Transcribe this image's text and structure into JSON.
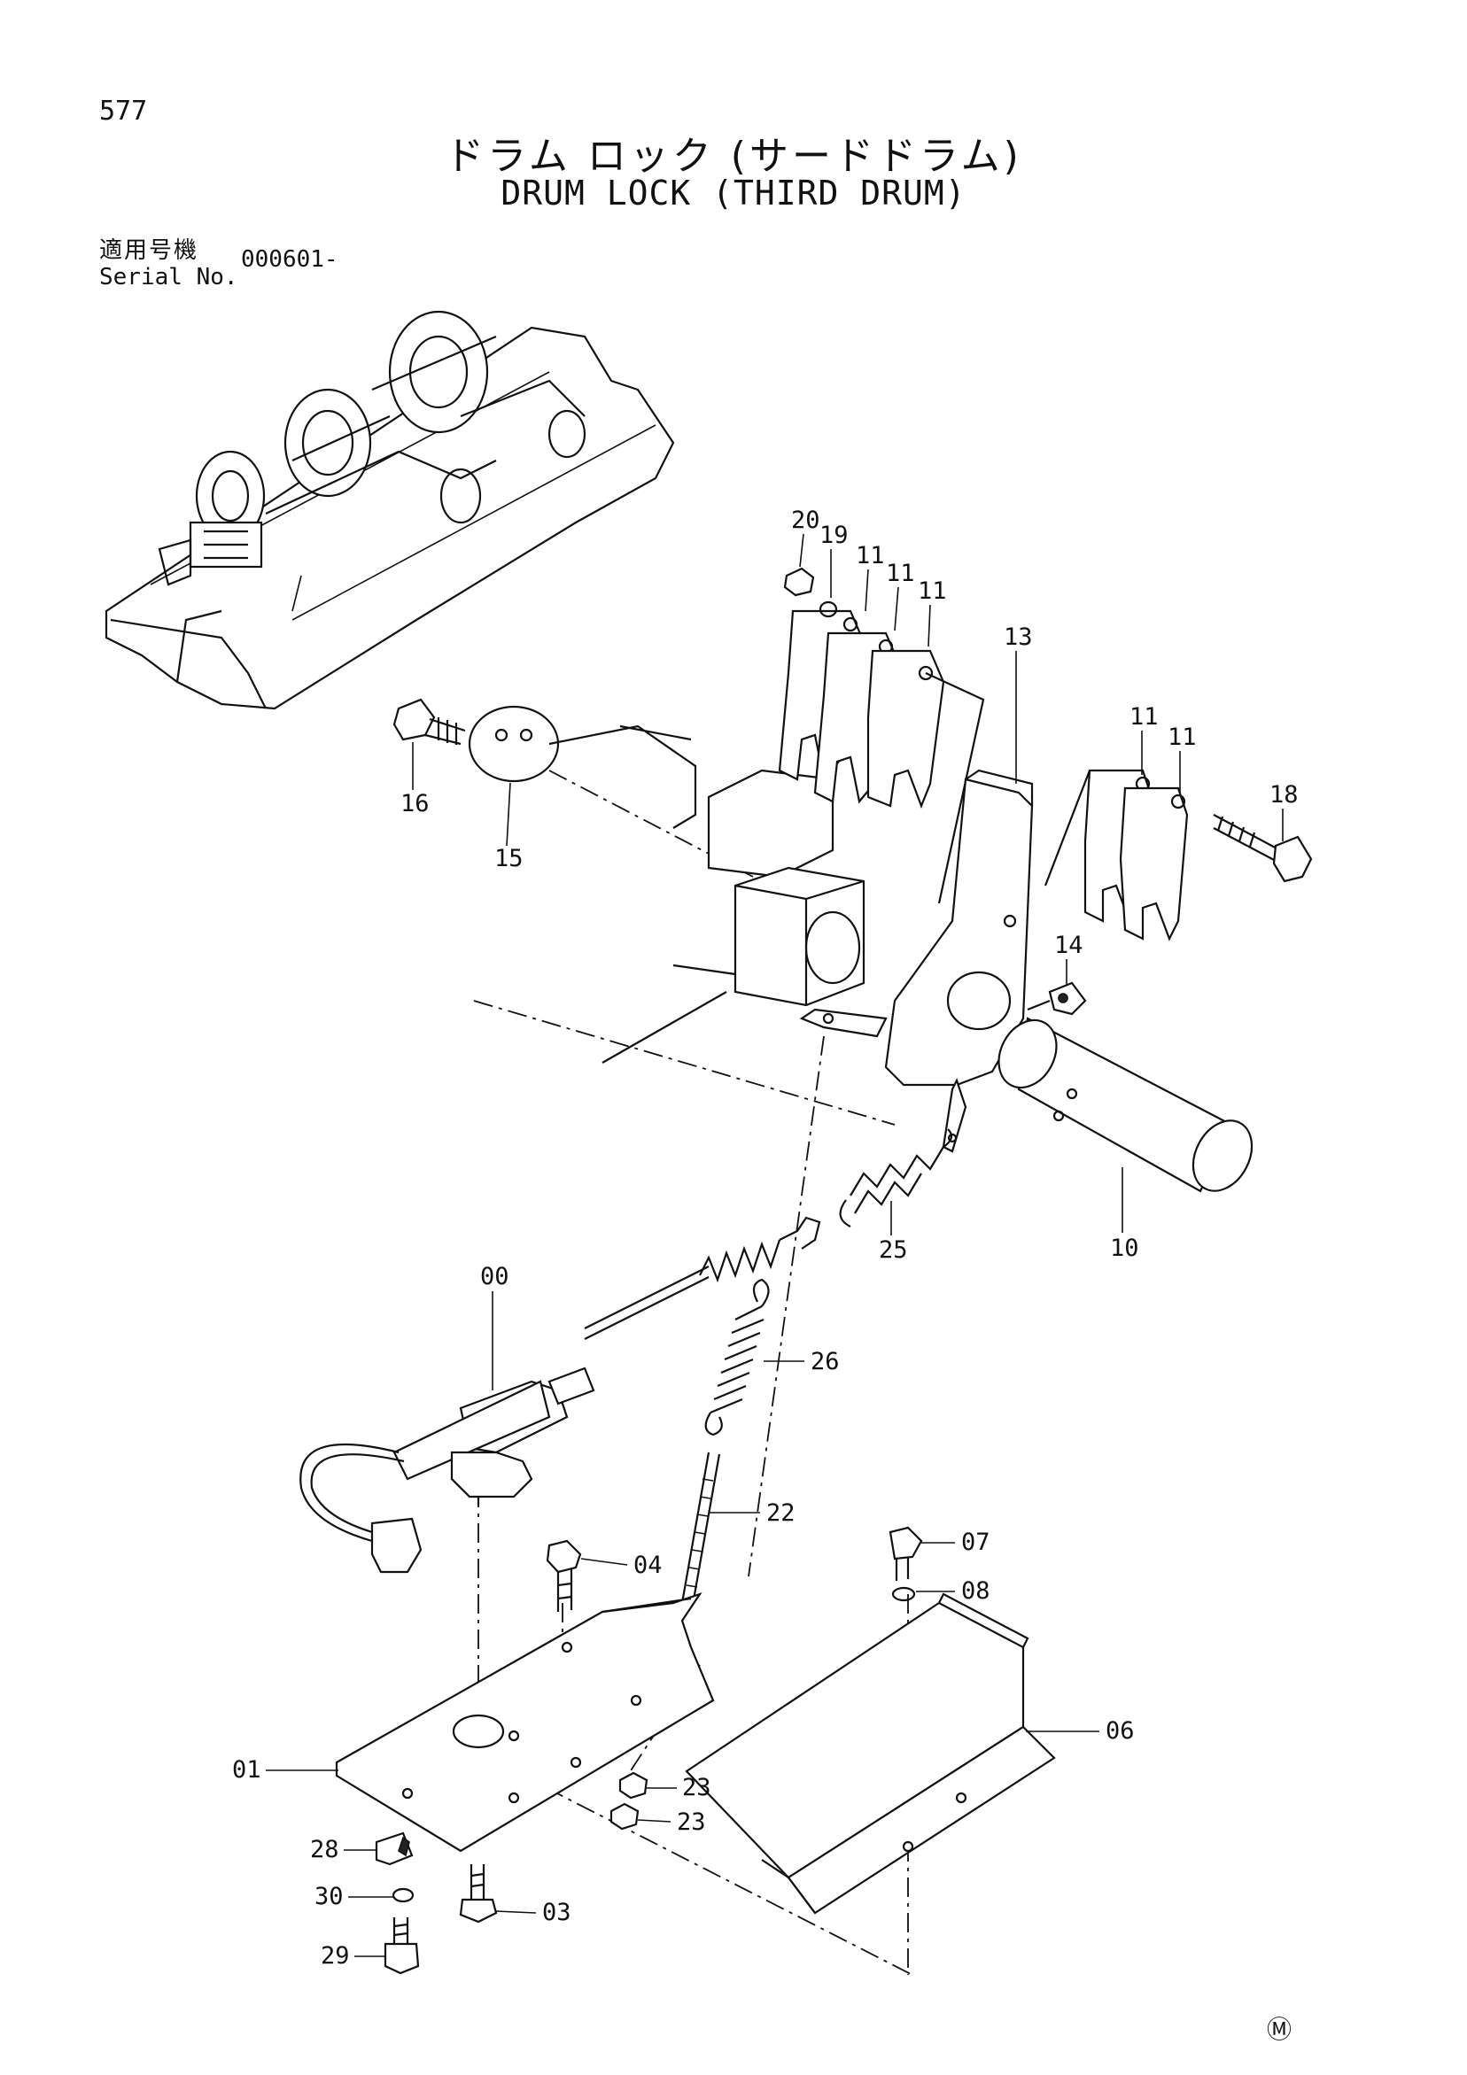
{
  "header": {
    "page_number": "577",
    "title_jp": "ドラム ロック (サードドラム)",
    "title_en": "DRUM LOCK (THIRD DRUM)",
    "serial_label_jp": "適用号機",
    "serial_label_en": "Serial No.",
    "serial_value": "000601-"
  },
  "callouts": [
    "20",
    "19",
    "11",
    "11",
    "11",
    "13",
    "11",
    "11",
    "18",
    "16",
    "15",
    "14",
    "10",
    "25",
    "00",
    "26",
    "22",
    "07",
    "08",
    "04",
    "06",
    "01",
    "23",
    "23",
    "28",
    "30",
    "03",
    "29"
  ],
  "footer_mark": "Ⓜ"
}
